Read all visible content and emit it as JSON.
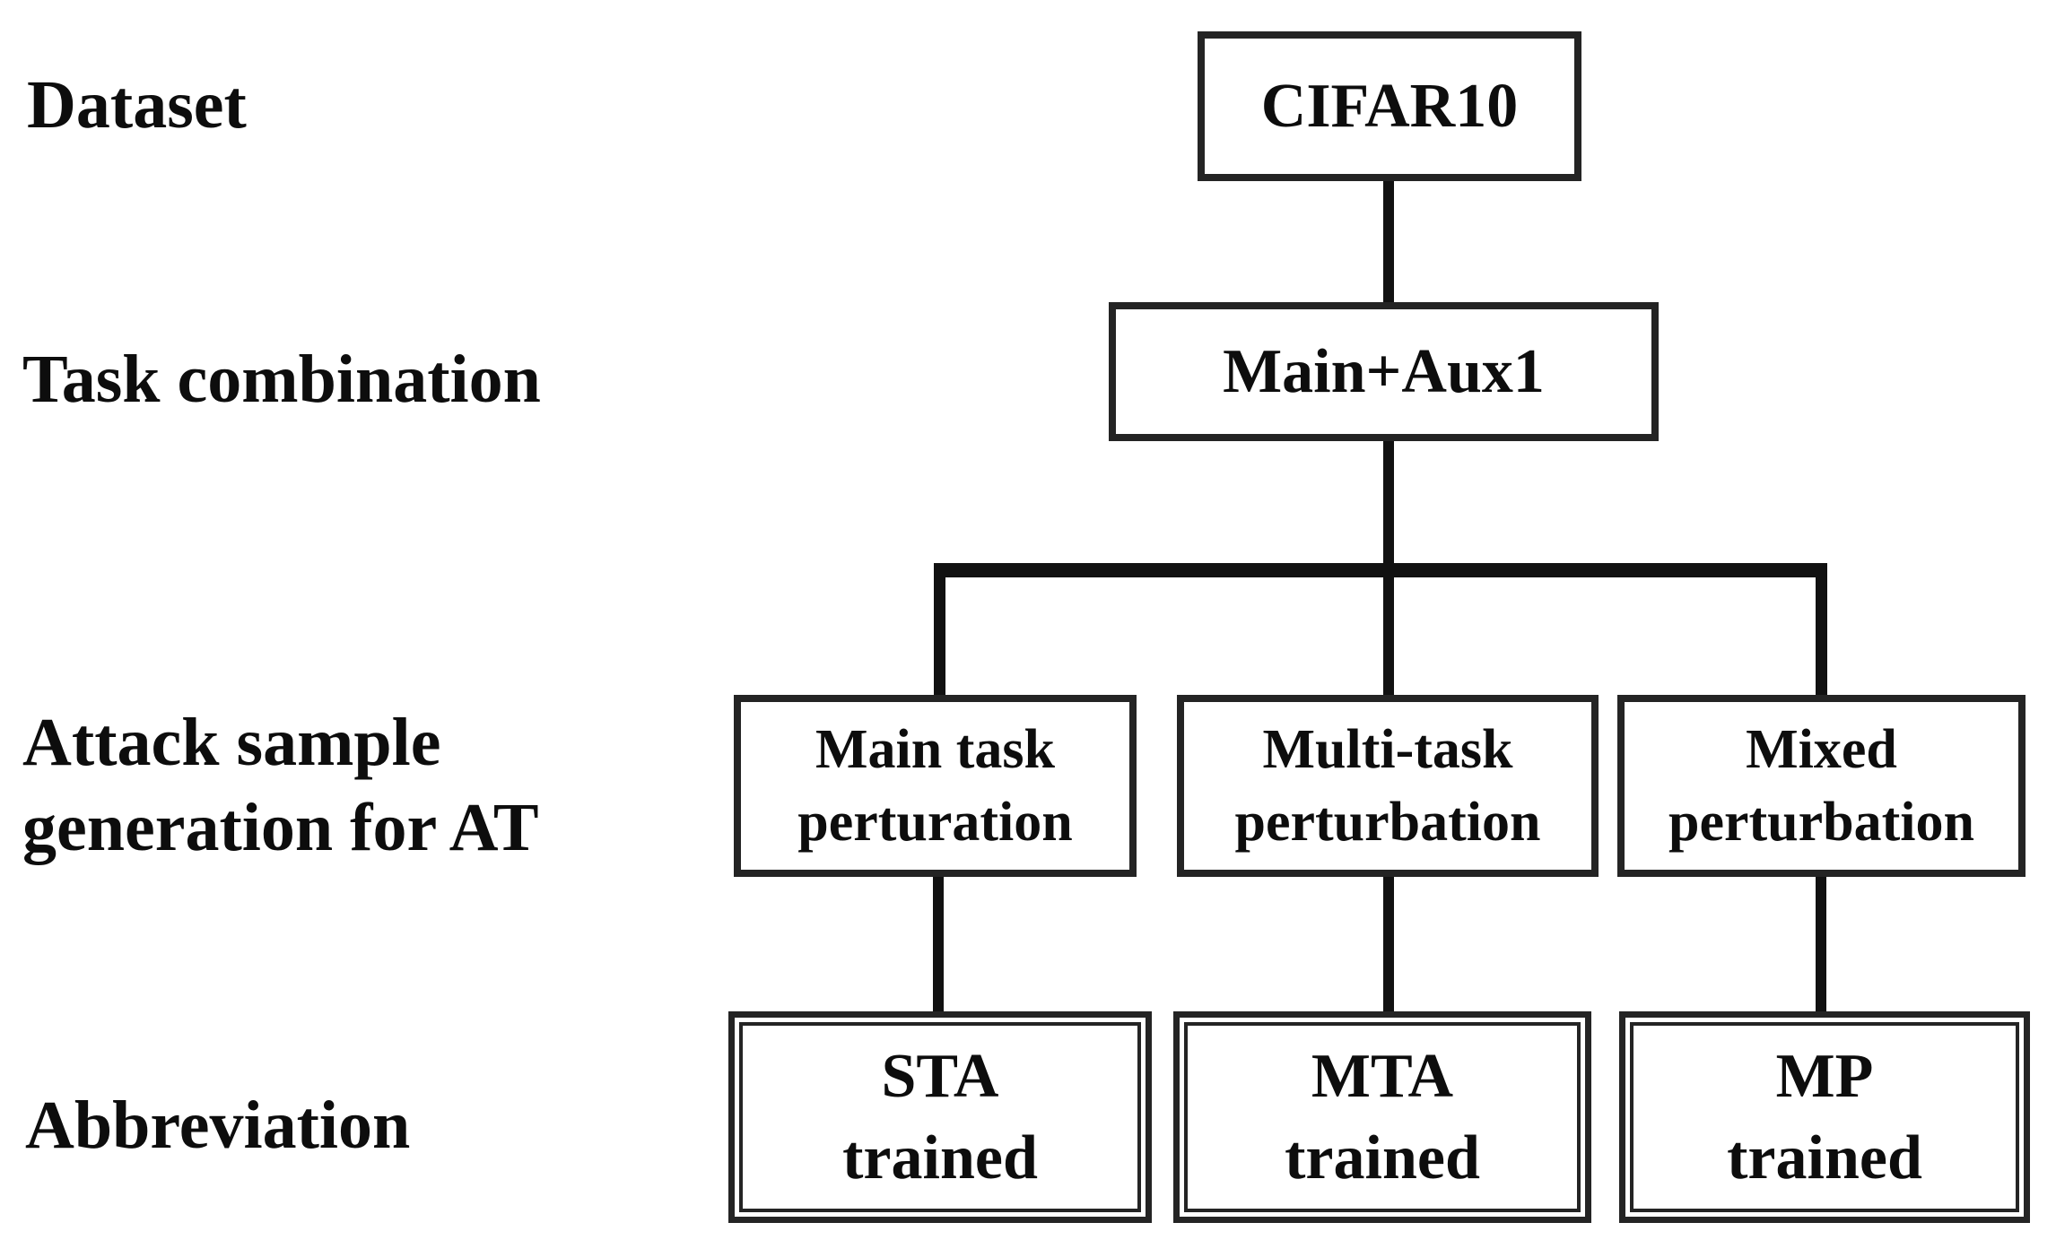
{
  "figure": {
    "type": "flowchart-tree",
    "description": "Experimental setup tree: dataset to task combination to attack sample generation methods to model abbreviations"
  },
  "labels": {
    "dataset": "Dataset",
    "task_combination": "Task combination",
    "attack_sample_line1": "Attack sample",
    "attack_sample_line2": "generation for AT",
    "abbreviation": "Abbreviation"
  },
  "nodes": {
    "dataset": {
      "label": "CIFAR10"
    },
    "task_combination": {
      "label": "Main+Aux1"
    },
    "attack_generation": [
      {
        "line1": "Main task",
        "line2": "perturation"
      },
      {
        "line1": "Multi-task",
        "line2": "perturbation"
      },
      {
        "line1": "Mixed",
        "line2": "perturbation"
      }
    ],
    "abbreviation": [
      {
        "line1": "STA",
        "line2": "trained"
      },
      {
        "line1": "MTA",
        "line2": "trained"
      },
      {
        "line1": "MP",
        "line2": "trained"
      }
    ]
  },
  "colors": {
    "text": "#0d0d0d",
    "border": "#242424",
    "connector": "#111111",
    "background": "#ffffff"
  }
}
